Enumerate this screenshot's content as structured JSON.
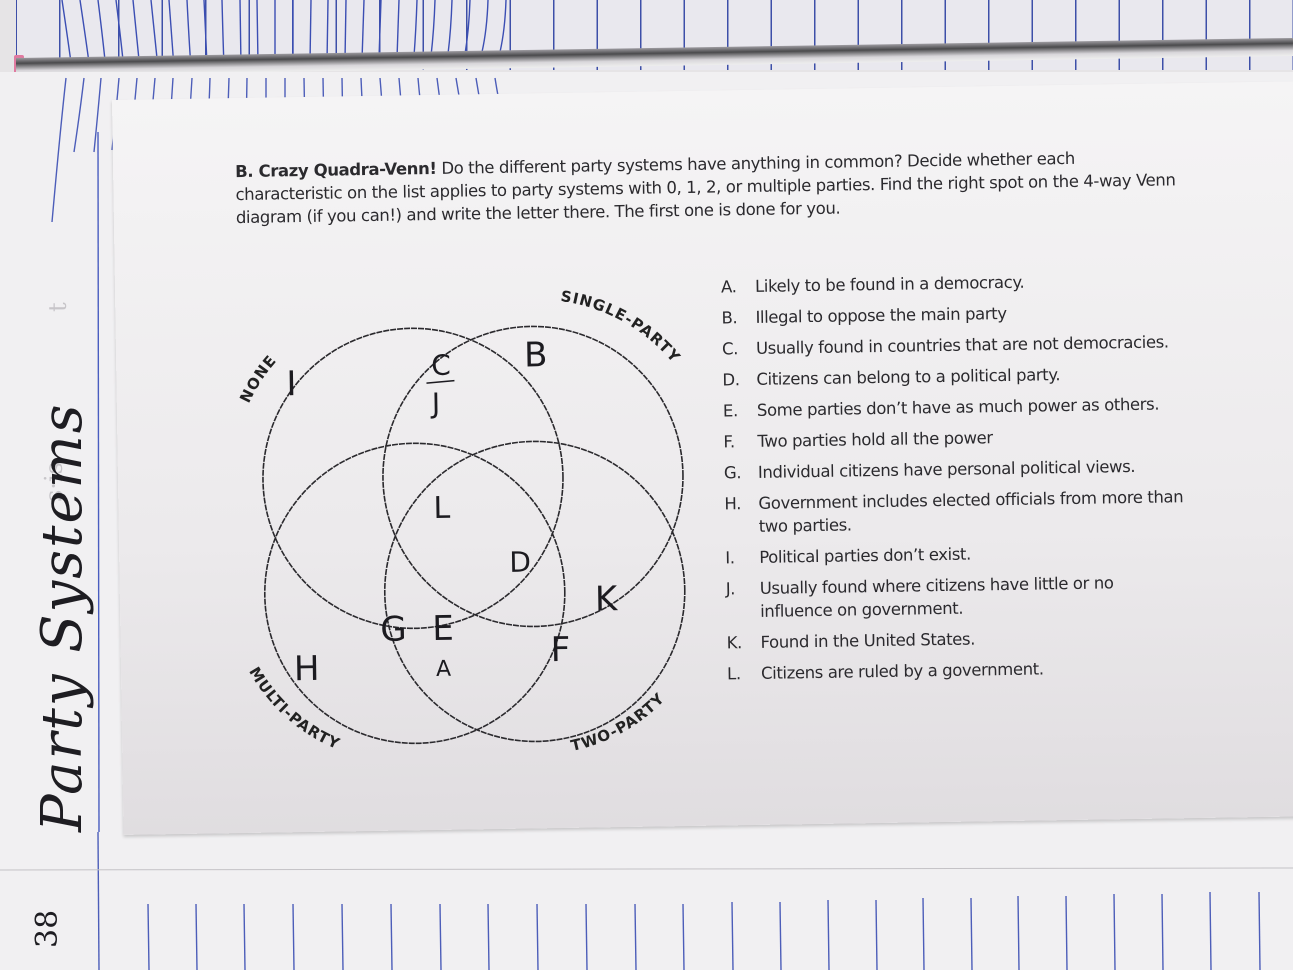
{
  "margin": {
    "title": "Party Systems",
    "page_number": "38"
  },
  "worksheet": {
    "heading": "B. Crazy Quadra-Venn!",
    "instructions": "Do the different party systems have anything in common? Decide whether each characteristic on the list applies to party systems with 0, 1, 2, or multiple parties. Find the right spot on the 4-way Venn diagram (if you can!) and write the letter there. The first one is done for you.",
    "venn": {
      "sets": [
        "NONE",
        "SINGLE-PARTY",
        "MULTI-PARTY",
        "TWO-PARTY"
      ],
      "placements": [
        {
          "region": "none-only",
          "letter": "I"
        },
        {
          "region": "none-single",
          "letters": "C / J",
          "top": "C",
          "bottom": "J"
        },
        {
          "region": "single-only",
          "letter": "B"
        },
        {
          "region": "center",
          "letter": "L"
        },
        {
          "region": "single-multi-two",
          "letter": "D"
        },
        {
          "region": "multi-only",
          "letter": "H"
        },
        {
          "region": "multi-two-left",
          "letter": "G"
        },
        {
          "region": "multi-two-right",
          "letter": "E"
        },
        {
          "region": "multi-two-bottom",
          "letter": "A"
        },
        {
          "region": "two-only-lower",
          "letter": "F"
        },
        {
          "region": "two-only-upper",
          "letter": "K"
        }
      ]
    },
    "items": [
      {
        "letter": "A.",
        "text": "Likely to be found in a democracy."
      },
      {
        "letter": "B.",
        "text": "Illegal to oppose the main party"
      },
      {
        "letter": "C.",
        "text": "Usually found in countries that are not democracies."
      },
      {
        "letter": "D.",
        "text": "Citizens can belong to a political party."
      },
      {
        "letter": "E.",
        "text": "Some parties don’t have as much power as others."
      },
      {
        "letter": "F.",
        "text": "Two parties hold all the power"
      },
      {
        "letter": "G.",
        "text": "Individual citizens have personal political views."
      },
      {
        "letter": "H.",
        "text": "Government includes elected officials from more than two parties."
      },
      {
        "letter": "I.",
        "text": "Political parties don’t exist."
      },
      {
        "letter": "J.",
        "text": "Usually found where citizens have little or no influence on government."
      },
      {
        "letter": "K.",
        "text": "Found in the United States."
      },
      {
        "letter": "L.",
        "text": "Citizens are ruled by a government."
      }
    ]
  },
  "colors": {
    "rule_line": "#3b4eb3",
    "ink": "#1e1d22",
    "paper": "#f1f0f2",
    "pink_tab": "#e07aa0"
  }
}
